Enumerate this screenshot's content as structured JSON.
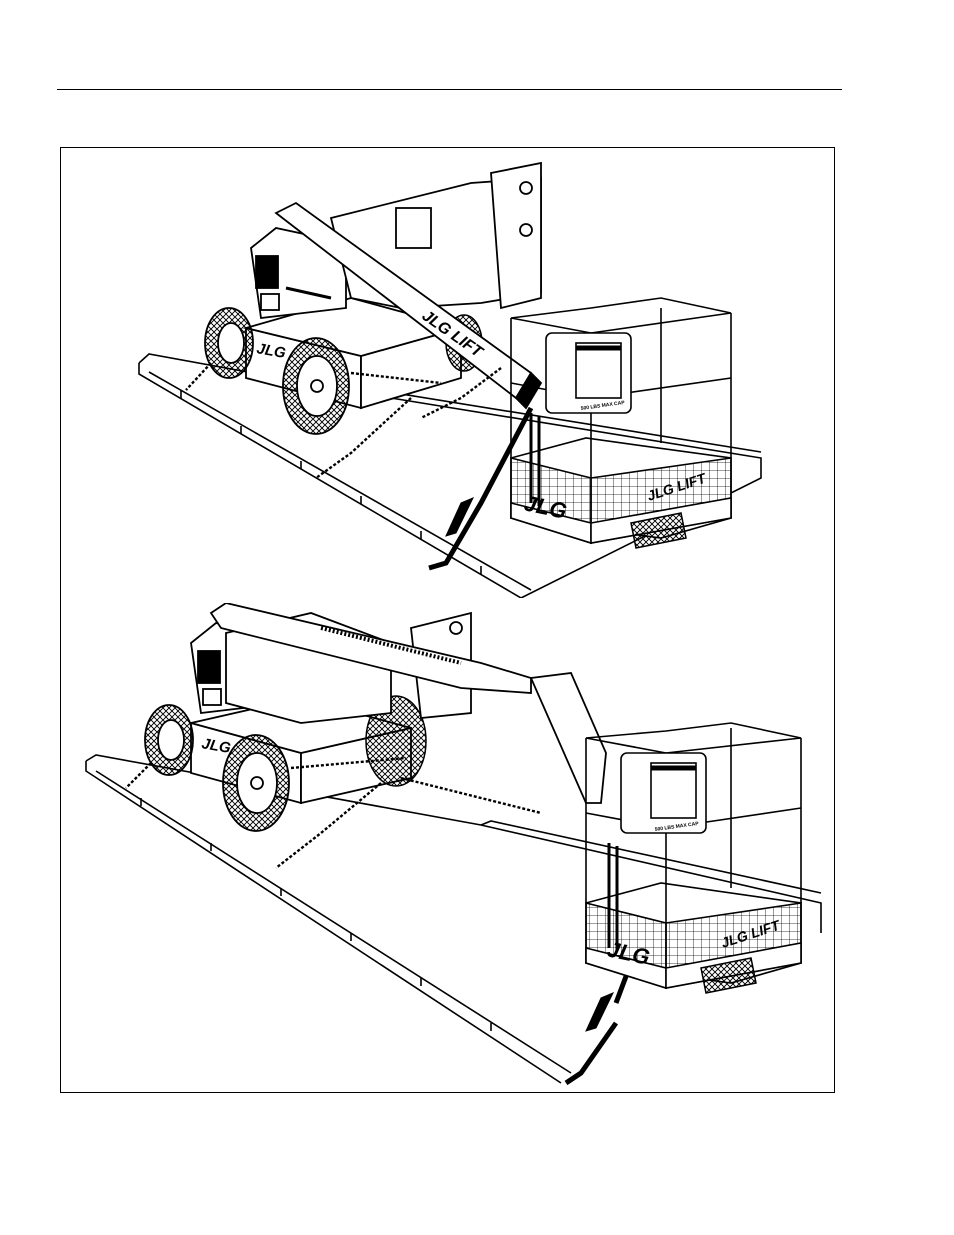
{
  "page": {
    "background": "#ffffff",
    "ink": "#000000"
  },
  "figures": [
    {
      "name": "boom-stowed-on-trailer",
      "boom_logo": "JLG LIFT",
      "chassis_logo": "JLG",
      "platform_logo": "JLG",
      "platform_side_logo": "JLG LIFT",
      "capacity_label": "500 LBS MAX CAP"
    },
    {
      "name": "boom-extended-on-trailer",
      "chassis_logo": "JLG",
      "platform_logo": "JLG",
      "platform_side_logo": "JLG LIFT",
      "capacity_label": "500 LBS MAX CAP"
    }
  ]
}
